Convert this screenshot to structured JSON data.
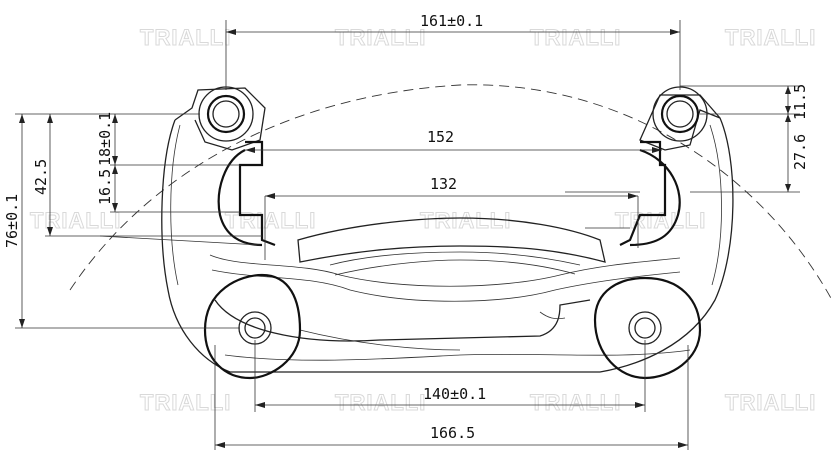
{
  "watermark": {
    "brand": "TRIALLI"
  },
  "dimensions": {
    "top_width": "161±0.1",
    "inner_152": "152",
    "inner_132": "132",
    "bottom_140": "140±0.1",
    "bottom_166": "166.5",
    "right_11_5": "11.5",
    "right_27_6": "27.6",
    "left_76": "76±0.1",
    "left_42_5": "42.5",
    "left_16_5": "16.5",
    "left_18": "18±0.1"
  }
}
